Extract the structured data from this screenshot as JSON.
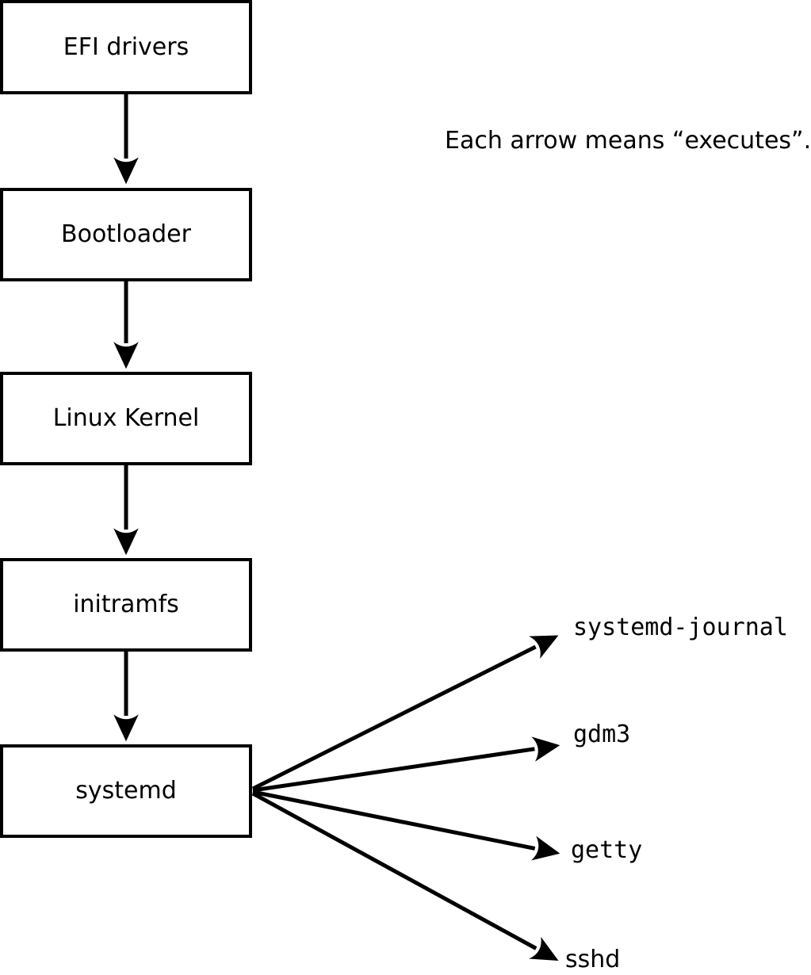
{
  "note": {
    "text": "Each arrow means “executes”."
  },
  "nodes": [
    {
      "label": "EFI drivers"
    },
    {
      "label": "Bootloader"
    },
    {
      "label": "Linux Kernel"
    },
    {
      "label": "initramfs"
    },
    {
      "label": "systemd"
    }
  ],
  "processes": [
    {
      "label": "systemd-journal"
    },
    {
      "label": "gdm3"
    },
    {
      "label": "getty"
    },
    {
      "label": "sshd"
    }
  ],
  "colors": {
    "stroke": "#000000",
    "background": "#ffffff"
  }
}
